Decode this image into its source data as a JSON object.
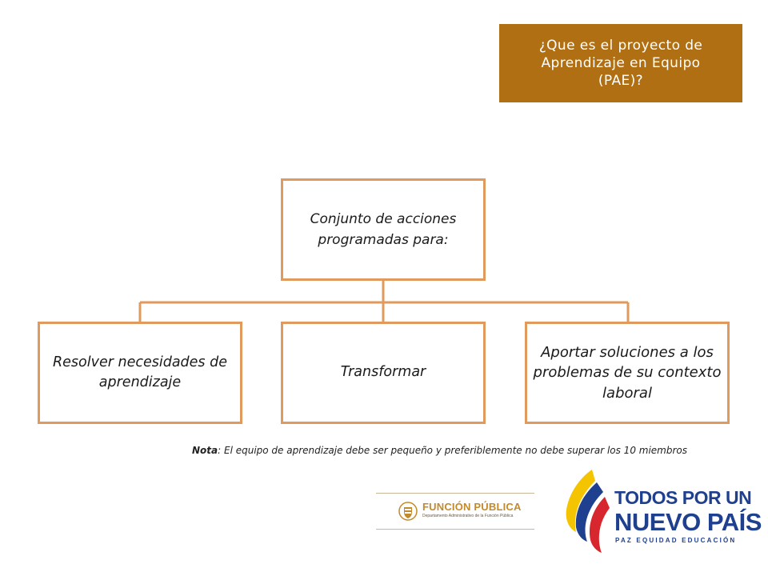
{
  "title": {
    "lines": [
      "¿Que es el proyecto de",
      "Aprendizaje en Equipo",
      "(PAE)?"
    ]
  },
  "diagram": {
    "root": {
      "lines": [
        "Conjunto de acciones",
        "programadas para:"
      ]
    },
    "children": [
      {
        "lines": [
          "Resolver necesidades de",
          "aprendizaje"
        ]
      },
      {
        "lines": [
          "Transformar"
        ]
      },
      {
        "lines": [
          "Aportar soluciones a los",
          "problemas de su contexto",
          "laboral"
        ]
      }
    ]
  },
  "note": {
    "label": "Nota",
    "text": ": El equipo de aprendizaje debe ser pequeño y preferiblemente no debe superar los 10 miembros"
  },
  "logos": {
    "funcion_publica": {
      "name": "FUNCIÓN PÚBLICA",
      "subtitle": "Departamento Administrativo de la Función Pública"
    },
    "todos_por_un_nuevo_pais": {
      "line1": "TODOS POR UN",
      "line2": "NUEVO PAÍS",
      "line3": "PAZ  EQUIDAD  EDUCACIÓN"
    }
  },
  "colors": {
    "title_background": "#b06f12",
    "node_border": "#e09a5e",
    "connector": "#e09a5e",
    "logo_blue": "#1f3f8f",
    "logo_yellow": "#f5c400",
    "logo_red": "#d8262e"
  }
}
